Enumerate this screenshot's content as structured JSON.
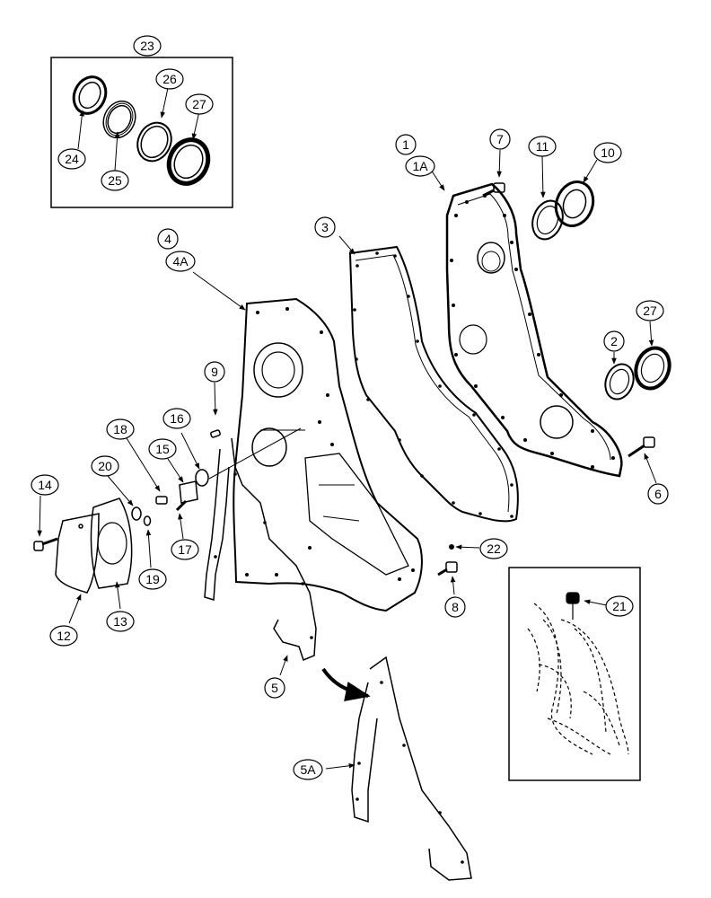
{
  "callouts": {
    "c23": "23",
    "c24": "24",
    "c25": "25",
    "c26": "26",
    "c27a": "27",
    "c1": "1",
    "c1A": "1A",
    "c7": "7",
    "c11": "11",
    "c10": "10",
    "c3": "3",
    "c4": "4",
    "c4A": "4A",
    "c27b": "27",
    "c2": "2",
    "c9": "9",
    "c16": "16",
    "c18": "18",
    "c15": "15",
    "c20": "20",
    "c14": "14",
    "c17": "17",
    "c19": "19",
    "c12": "12",
    "c13": "13",
    "c6": "6",
    "c22": "22",
    "c8": "8",
    "c21": "21",
    "c5": "5",
    "c5A": "5A"
  }
}
